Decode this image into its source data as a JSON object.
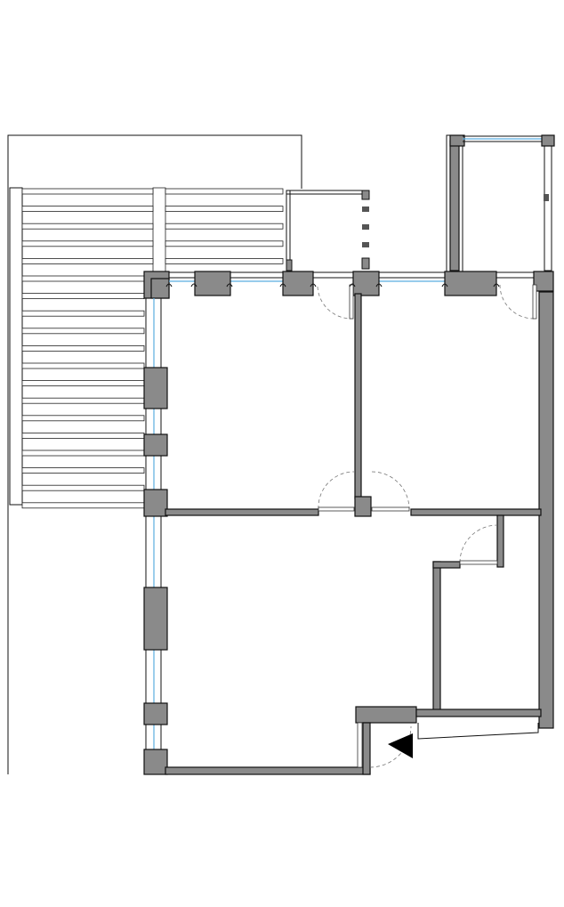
{
  "drawing": {
    "kind": "architectural floor plan",
    "colors": {
      "wall_fill": "#8a8a8a",
      "wall_outline": "#111111",
      "glazing": "#4a9fd8",
      "door_swing": "#777777",
      "background": "#ffffff"
    }
  },
  "elements": {
    "rooms": [
      "upper-left-room",
      "upper-right-room",
      "lower-main-room",
      "side-closet"
    ],
    "doors": [
      "door-upper-left-room",
      "door-upper-right-room",
      "door-upper-left-lower",
      "door-upper-right-lower",
      "door-closet"
    ],
    "windows": [
      "window-west-1",
      "window-west-2",
      "window-west-3",
      "window-west-4",
      "window-north-left",
      "window-north-right"
    ],
    "entry_marker": "entrance-arrow"
  }
}
